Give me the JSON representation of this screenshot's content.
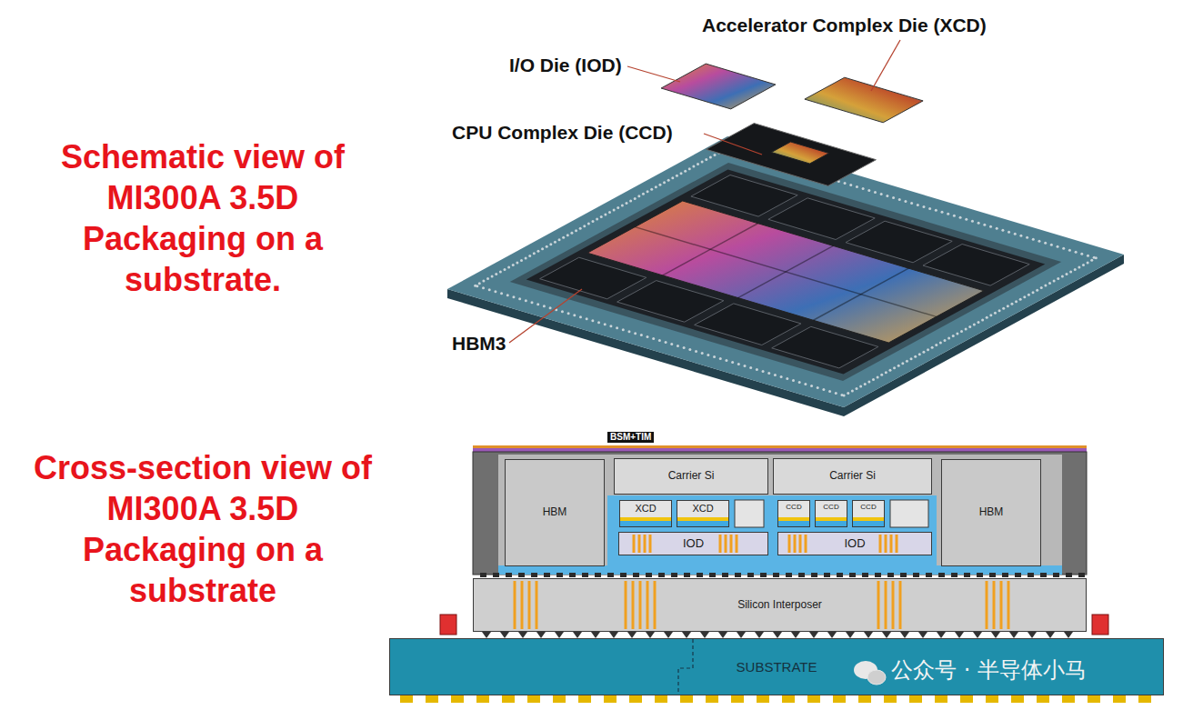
{
  "diagram": {
    "nodes": [
      {
        "text": [
          "HBM"
        ]
      },
      {
        "text": [
          "Carrier Si"
        ]
      },
      {
        "text": [
          "XCD"
        ]
      },
      {
        "text": [
          "XCD"
        ]
      },
      {
        "text": [
          "IOD"
        ]
      },
      {
        "text": [
          "Carrier Si"
        ]
      },
      {
        "text": [
          "CCD"
        ]
      },
      {
        "text": [
          "CCD"
        ]
      },
      {
        "text": [
          "CCD"
        ]
      },
      {
        "text": [
          "IOD"
        ]
      },
      {
        "text": [
          "HBM"
        ]
      },
      {
        "text": [
          "Silicon Interposer"
        ]
      },
      {
        "text": [
          "SUBSTRATE"
        ]
      }
    ],
    "labels": [
      "Schematic view of MI300A 3.5D Packaging on a substrate.",
      "Cross-section view of MI300A 3.5D Packaging on a substrate",
      "Accelerator Complex Die (XCD)",
      "I/O Die (IOD)",
      "CPU Complex Die (CCD)",
      "HBM3",
      "BSM+TIM",
      "公众号 · 半导体小马"
    ]
  }
}
